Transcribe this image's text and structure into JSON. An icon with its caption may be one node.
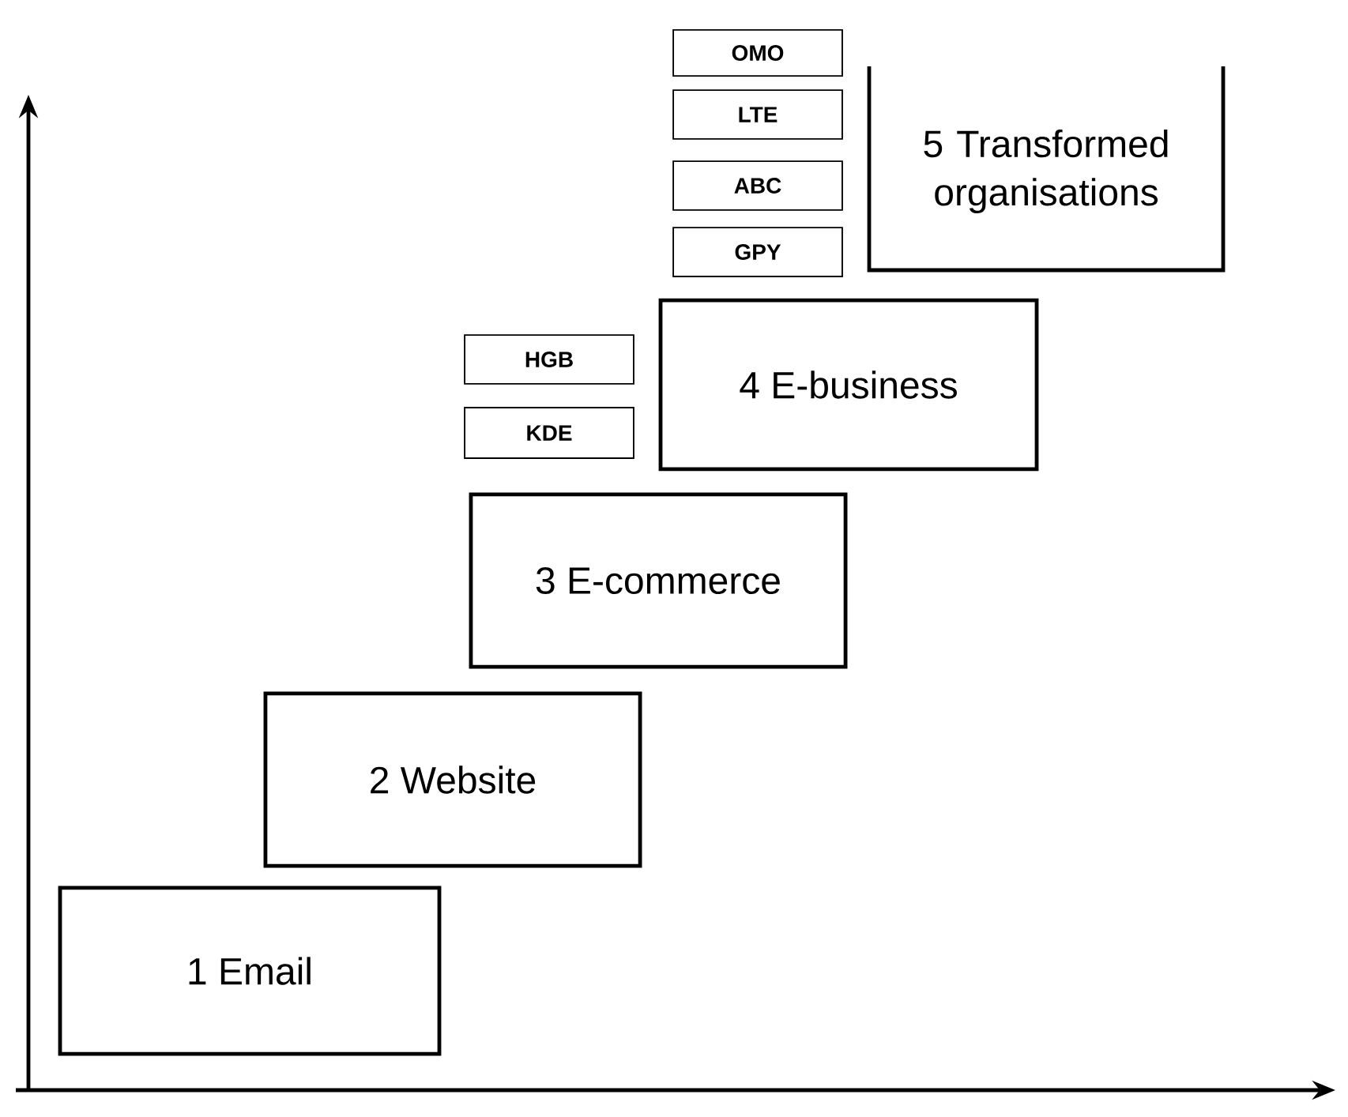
{
  "diagram": {
    "nodes": [
      {
        "text": [
          "1 Email"
        ]
      },
      {
        "text": [
          "2 Website"
        ]
      },
      {
        "text": [
          "3 E-commerce"
        ]
      },
      {
        "text": [
          "4 E-business"
        ]
      },
      {
        "text": [
          "5 Transformed organisations"
        ]
      },
      {
        "text": [
          "OMO"
        ]
      },
      {
        "text": [
          "LTE"
        ]
      },
      {
        "text": [
          "ABC"
        ]
      },
      {
        "text": [
          "GPY"
        ]
      },
      {
        "text": [
          "HGB"
        ]
      },
      {
        "text": [
          "KDE"
        ]
      }
    ]
  }
}
